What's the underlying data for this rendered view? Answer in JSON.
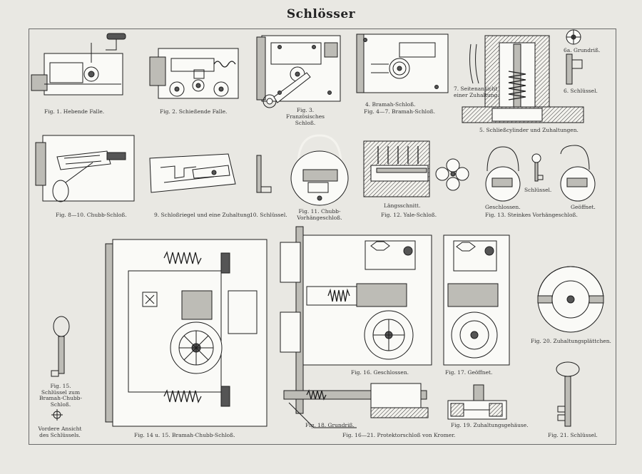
{
  "title": "Schlösser",
  "captions": {
    "fig1": "Fig. 1. Hebende Falle.",
    "fig2": "Fig. 2. Schießende Falle.",
    "fig3": [
      "Fig. 3.",
      "Französisches",
      "Schloß."
    ],
    "fig4": "4. Bramah-Schloß.",
    "fig4_7": "Fig. 4—7. Bramah-Schloß.",
    "fig7": [
      "7. Seitenansicht",
      "einer Zuhaltung."
    ],
    "fig6a": "6a. Grundriß.",
    "fig6": "6. Schlüssel.",
    "fig5": "5. Schließcylinder und Zuhaltungen.",
    "fig8_10": "Fig. 8—10. Chubb-Schloß.",
    "fig9": "9. Schloßriegel und eine Zuhaltung.",
    "fig10": "10. Schlüssel.",
    "fig11": [
      "Fig. 11. Chubb-",
      "Vorhängeschloß."
    ],
    "fig12_sub": "Längsschnitt.",
    "fig12": "Fig. 12. Yale-Schloß.",
    "fig13_closed": "Geschlossen.",
    "fig13_key": "Schlüssel.",
    "fig13_open": "Geöffnet.",
    "fig13": "Fig. 13. Steinkes Vorhängeschloß.",
    "fig15": [
      "Fig. 15.",
      "Schlüssel zum",
      "Bramah-Chubb-",
      "Schloß."
    ],
    "fig15_front": [
      "Vordere Ansicht",
      "des Schlüssels."
    ],
    "fig14_15": "Fig. 14 u. 15. Bramah-Chubb-Schloß.",
    "fig16": "Fig. 16. Geschlossen.",
    "fig17": "Fig. 17. Geöffnet.",
    "fig20": "Fig. 20. Zuhaltungsplättchen.",
    "fig18": "Fig. 18. Grundriß.",
    "fig16_21": "Fig. 16—21. Protektorschloß von Kromer.",
    "fig19": "Fig. 19. Zuhaltungsgehäuse.",
    "fig21": "Fig. 21. Schlüssel."
  }
}
